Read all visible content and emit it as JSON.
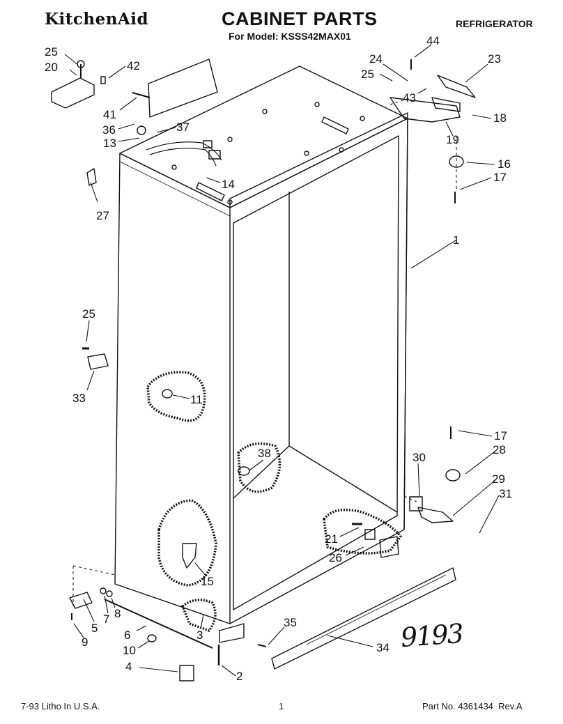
{
  "header": {
    "brand": "KitchenAid",
    "title": "CABINET PARTS",
    "model_line": "For Model: KSSS42MAX01",
    "category": "REFRIGERATOR"
  },
  "footer": {
    "print_info": "7-93 Litho In U.S.A.",
    "page_number": "1",
    "part_info": "Part No. 4361434  Rev.A"
  },
  "handwritten_note": "9193",
  "callouts": [
    "25",
    "20",
    "42",
    "41",
    "36",
    "37",
    "13",
    "14",
    "27",
    "24",
    "44",
    "25",
    "23",
    "43",
    "18",
    "19",
    "16",
    "17",
    "1",
    "25",
    "33",
    "11",
    "38",
    "15",
    "17",
    "28",
    "30",
    "29",
    "31",
    "21",
    "26",
    "5",
    "7",
    "8",
    "9",
    "6",
    "3",
    "10",
    "4",
    "2",
    "35",
    "34"
  ]
}
